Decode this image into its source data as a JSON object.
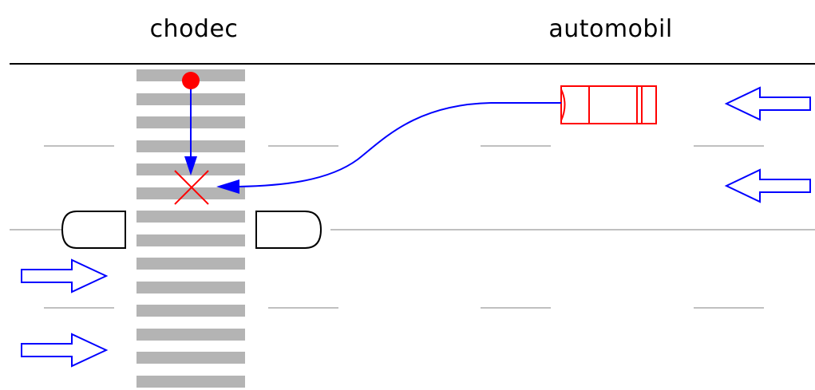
{
  "labels": {
    "pedestrian": "chodec",
    "car": "automobil"
  },
  "colors": {
    "background": "#ffffff",
    "road_edge": "#000000",
    "lane_dash": "#c0c0c0",
    "crosswalk_stripe": "#b4b4b4",
    "traffic_arrow": "#0000ff",
    "trajectory": "#0000ff",
    "car_outline": "#ff0000",
    "pedestrian_dot": "#ff0000",
    "collision_mark": "#ff0000",
    "island_outline": "#000000"
  },
  "icons": {
    "pedestrian": "red-dot",
    "car": "red-car-outline",
    "collision": "red-x-mark",
    "traffic_direction": "outline-arrow"
  }
}
